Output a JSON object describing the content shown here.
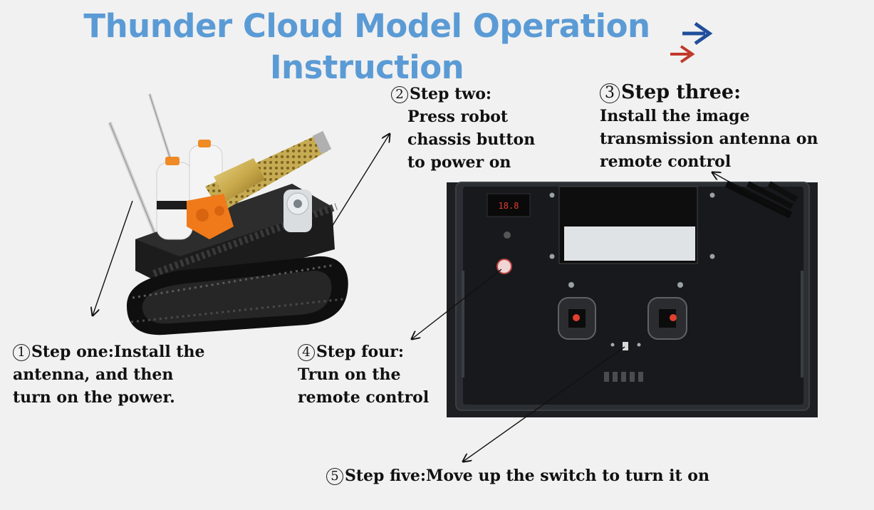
{
  "title": {
    "line1": "Thunder Cloud Model Operation",
    "line2": "Instruction"
  },
  "steps": [
    {
      "num": "1",
      "head": "Step one:Install the",
      "body": [
        "antenna, and then",
        "turn on the power."
      ]
    },
    {
      "num": "2",
      "head": "Step two:",
      "body": [
        "Press robot",
        "chassis button",
        "to power on"
      ]
    },
    {
      "num": "3",
      "head": "Step three:",
      "body": [
        "Install the image",
        "transmission antenna on",
        "remote control"
      ]
    },
    {
      "num": "4",
      "head": "Step four:",
      "body": [
        "Trun on the",
        "remote control"
      ]
    },
    {
      "num": "5",
      "head": "Step five:Move up the switch to turn it on",
      "body": []
    }
  ],
  "remote": {
    "display": "18.8"
  },
  "colors": {
    "title": "#5b9bd5",
    "arrow_blue": "#1f4e9c",
    "arrow_red": "#c0392b",
    "text": "#111111"
  },
  "icons": [
    "next-arrow-blue-icon",
    "next-arrow-red-icon"
  ]
}
